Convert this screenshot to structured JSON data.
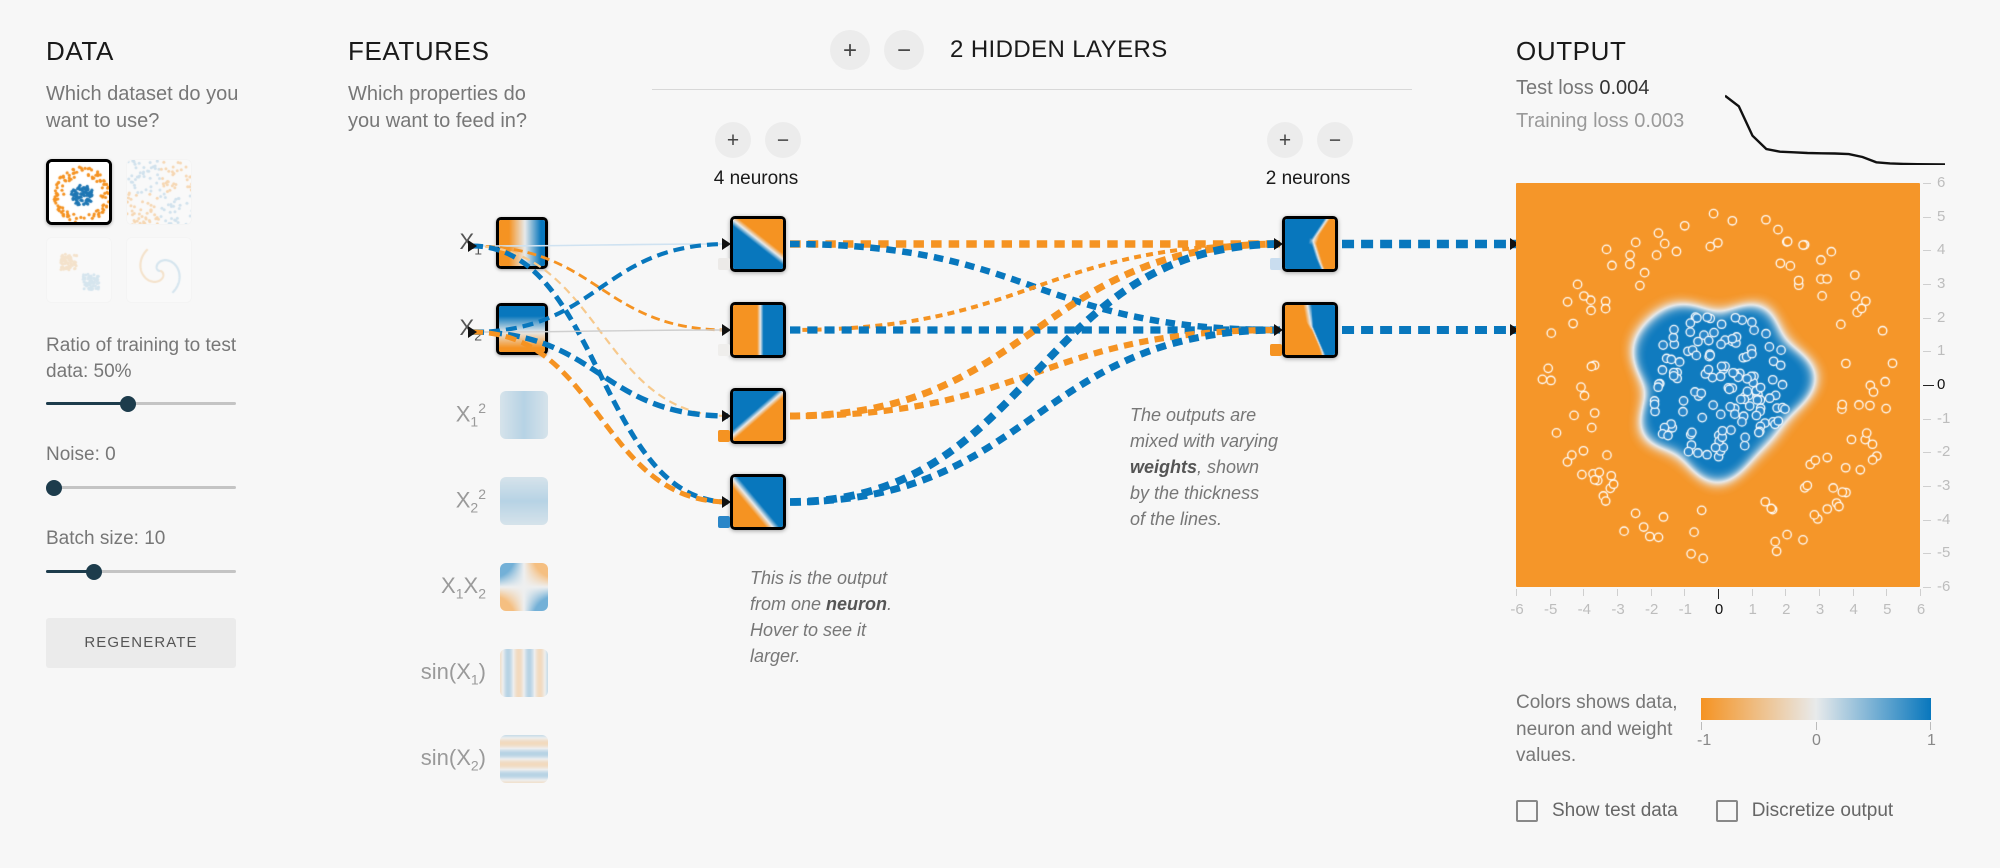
{
  "data_panel": {
    "title": "DATA",
    "question": "Which dataset do you want to use?",
    "datasets": [
      {
        "name": "circle",
        "selected": true
      },
      {
        "name": "gauss-noisy",
        "selected": false
      },
      {
        "name": "xor-clusters",
        "selected": false
      },
      {
        "name": "spiral",
        "selected": false
      }
    ],
    "ratio_label": "Ratio of training to test data:  50%",
    "ratio_value": 50,
    "noise_label": "Noise:  0",
    "noise_value": 0,
    "batch_label": "Batch size:  10",
    "batch_value": 10,
    "regenerate_label": "REGENERATE"
  },
  "features_panel": {
    "title": "FEATURES",
    "question": "Which properties do you want to feed in?",
    "items": [
      {
        "label": "X",
        "sub": "1",
        "sup": "",
        "active": true
      },
      {
        "label": "X",
        "sub": "2",
        "sup": "",
        "active": true
      },
      {
        "label": "X",
        "sub": "1",
        "sup": "2",
        "active": false
      },
      {
        "label": "X",
        "sub": "2",
        "sup": "2",
        "active": false
      },
      {
        "label": "X₁X₂",
        "sub": "",
        "sup": "",
        "active": false
      },
      {
        "label": "sin(X₁)",
        "sub": "",
        "sup": "",
        "active": false
      },
      {
        "label": "sin(X₂)",
        "sub": "",
        "sup": "",
        "active": false
      }
    ]
  },
  "network_panel": {
    "add_layer_label": "+",
    "remove_layer_label": "−",
    "layer_count_text": "2  HIDDEN LAYERS",
    "layers": [
      {
        "add": "+",
        "remove": "−",
        "count_label": "4 neurons",
        "neurons": 4
      },
      {
        "add": "+",
        "remove": "−",
        "count_label": "2 neurons",
        "neurons": 2
      }
    ],
    "callout_neuron": {
      "line1": "This is the output",
      "line2_pre": "from one ",
      "line2_bold": "neuron",
      "line2_post": ".",
      "line3": "Hover to see it",
      "line4": "larger."
    },
    "callout_weights": {
      "line1": "The outputs are",
      "line2": "mixed with varying",
      "line3_bold": "weights",
      "line3_post": ", shown",
      "line4": "by the thickness",
      "line5": "of the lines."
    }
  },
  "output_panel": {
    "title": "OUTPUT",
    "test_loss_label": "Test loss",
    "test_loss_value": "0.004",
    "training_loss_label": "Training loss",
    "training_loss_value": "0.003",
    "x_ticks": [
      "-6",
      "-5",
      "-4",
      "-3",
      "-2",
      "-1",
      "0",
      "1",
      "2",
      "3",
      "4",
      "5",
      "6"
    ],
    "y_ticks": [
      "6",
      "5",
      "4",
      "3",
      "2",
      "1",
      "0",
      "-1",
      "-2",
      "-3",
      "-4",
      "-5",
      "-6"
    ],
    "legend_text": "Colors shows data, neuron and weight values.",
    "legend_ticks": [
      "-1",
      "0",
      "1"
    ],
    "checkbox_show_test": "Show test data",
    "checkbox_discretize": "Discretize output",
    "show_test_checked": false,
    "discretize_checked": false
  },
  "colors": {
    "negative": "#f59322",
    "positive": "#0877bd",
    "neutral": "#e8eaeb",
    "slider": "#1d3c4c",
    "background": "#f7f7f7"
  },
  "chart_data": {
    "type": "line",
    "title": "Loss curve",
    "series": [
      {
        "name": "test loss",
        "values": [
          0.52,
          0.44,
          0.22,
          0.12,
          0.1,
          0.095,
          0.09,
          0.088,
          0.086,
          0.082,
          0.06,
          0.02,
          0.012,
          0.008,
          0.006,
          0.005,
          0.004
        ]
      },
      {
        "name": "training loss",
        "values": [
          0.51,
          0.43,
          0.21,
          0.11,
          0.095,
          0.09,
          0.086,
          0.084,
          0.082,
          0.078,
          0.056,
          0.018,
          0.01,
          0.007,
          0.005,
          0.004,
          0.003
        ]
      }
    ],
    "x": [
      0,
      1,
      2,
      3,
      4,
      5,
      6,
      7,
      8,
      9,
      10,
      11,
      12,
      13,
      14,
      15,
      16
    ],
    "ylim": [
      0,
      0.6
    ],
    "grid": false,
    "legend": "none"
  }
}
